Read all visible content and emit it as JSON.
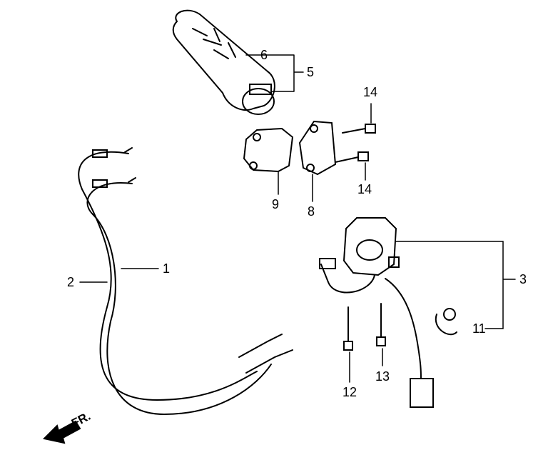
{
  "diagram": {
    "direction_label": "FR.",
    "callouts": {
      "c1": "1",
      "c2": "2",
      "c3": "3",
      "c5": "5",
      "c6": "6",
      "c8": "8",
      "c9": "9",
      "c11": "11",
      "c12": "12",
      "c13": "13",
      "c14a": "14",
      "c14b": "14"
    }
  }
}
